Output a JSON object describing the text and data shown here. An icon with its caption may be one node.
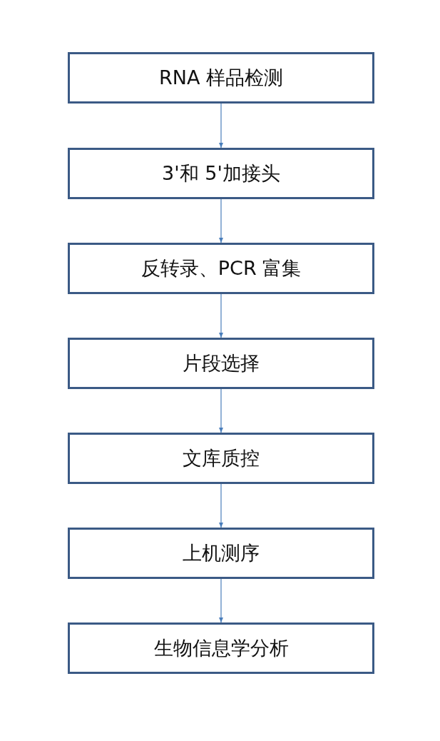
{
  "diagram": {
    "nodes": [
      {
        "text": [
          "RNA 样品检测"
        ]
      },
      {
        "text": [
          "3'和 5'加接头"
        ]
      },
      {
        "text": [
          "反转录、PCR 富集"
        ]
      },
      {
        "text": [
          "片段选择"
        ]
      },
      {
        "text": [
          "文库质控"
        ]
      },
      {
        "text": [
          "上机测序"
        ]
      },
      {
        "text": [
          "生物信息学分析"
        ]
      }
    ],
    "edges": [
      {
        "from": 0,
        "to": 1,
        "arrow": "to"
      },
      {
        "from": 1,
        "to": 2,
        "arrow": "to"
      },
      {
        "from": 2,
        "to": 3,
        "arrow": "to"
      },
      {
        "from": 3,
        "to": 4,
        "arrow": "to"
      },
      {
        "from": 4,
        "to": 5,
        "arrow": "to"
      },
      {
        "from": 5,
        "to": 6,
        "arrow": "to"
      }
    ]
  }
}
